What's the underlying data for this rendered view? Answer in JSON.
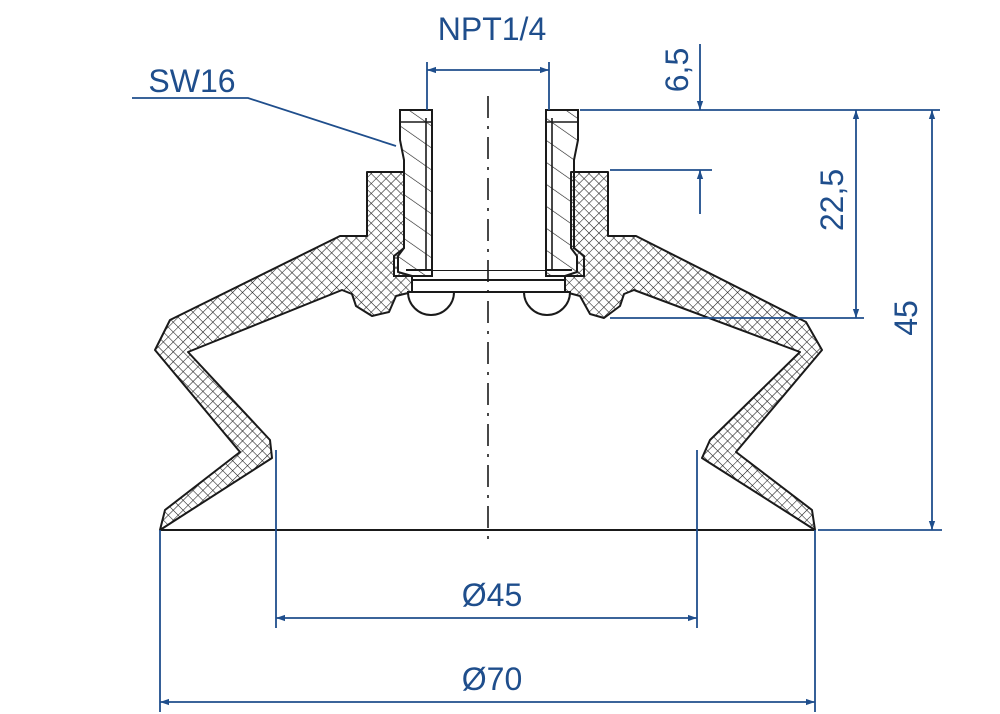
{
  "labels": {
    "thread": "NPT1/4",
    "wrench": "SW16",
    "dim_top": "6,5",
    "dim_middle": "22,5",
    "dim_height": "45",
    "dim_inner_dia": "Ø45",
    "dim_outer_dia": "Ø70"
  },
  "colors": {
    "dimension": "#1f4e8c",
    "outline": "#1a1a1a",
    "hatch": "#1a1a1a",
    "background": "#ffffff"
  }
}
